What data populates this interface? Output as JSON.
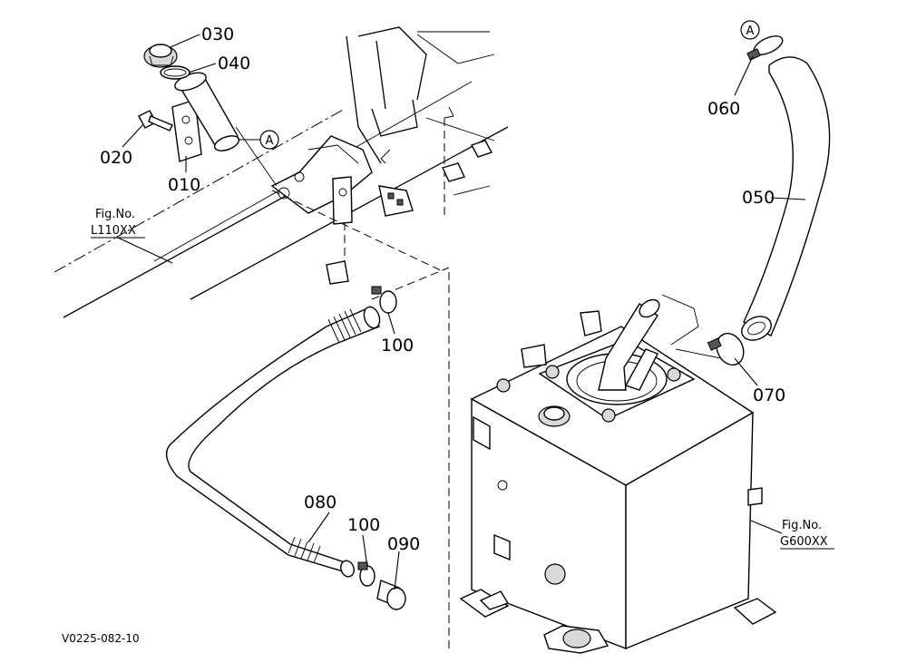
{
  "diagram": {
    "part_labels": [
      {
        "id": "p010",
        "text": "010"
      },
      {
        "id": "p020",
        "text": "020"
      },
      {
        "id": "p030",
        "text": "030"
      },
      {
        "id": "p040",
        "text": "040"
      },
      {
        "id": "p050",
        "text": "050"
      },
      {
        "id": "p060",
        "text": "060"
      },
      {
        "id": "p070",
        "text": "070"
      },
      {
        "id": "p080",
        "text": "080"
      },
      {
        "id": "p090",
        "text": "090"
      },
      {
        "id": "p100a",
        "text": "100"
      },
      {
        "id": "p100b",
        "text": "100"
      }
    ],
    "connection_markers": [
      {
        "id": "markerA1",
        "text": "A"
      },
      {
        "id": "markerA2",
        "text": "A"
      }
    ],
    "figure_references": [
      {
        "id": "refL",
        "line1": "Fig.No.",
        "line2": "L110XX"
      },
      {
        "id": "refG",
        "line1": "Fig.No.",
        "line2": "G600XX"
      }
    ],
    "drawing_code": "V0225-082-10"
  }
}
